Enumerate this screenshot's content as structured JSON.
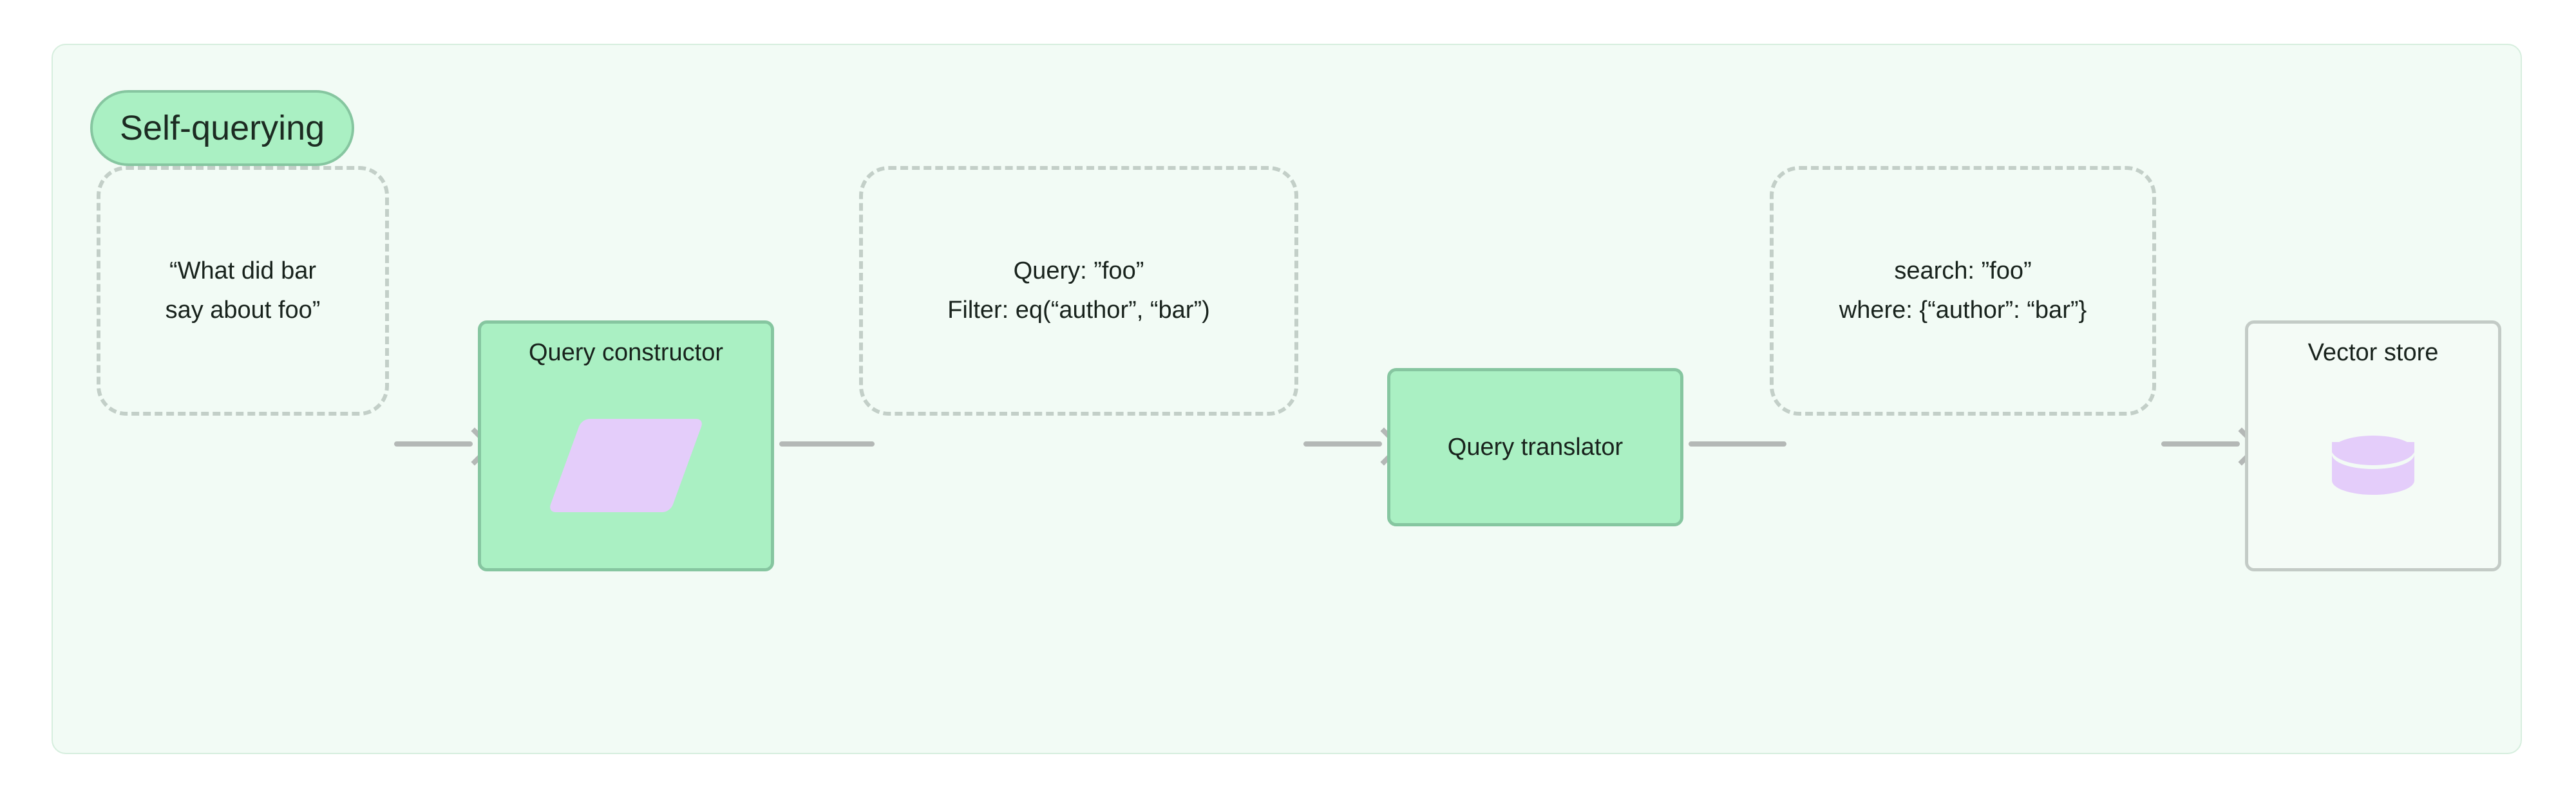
{
  "diagram": {
    "title": "Self-querying",
    "nodes": [
      {
        "id": "user-question",
        "kind": "dashed",
        "lines": [
          "“What did bar",
          "say about foo”"
        ]
      },
      {
        "id": "query-constructor",
        "kind": "green",
        "label": "Query constructor",
        "glyph": "parallelogram-icon"
      },
      {
        "id": "structured-query",
        "kind": "dashed",
        "lines": [
          "Query: ”foo”",
          "Filter: eq(“author”, “bar”)"
        ]
      },
      {
        "id": "query-translator",
        "kind": "green",
        "label": "Query translator",
        "glyph": ""
      },
      {
        "id": "translated-query",
        "kind": "dashed",
        "lines": [
          "search: ”foo”",
          "where: {“author”: “bar”}"
        ]
      },
      {
        "id": "vector-store",
        "kind": "plain",
        "label": "Vector store",
        "glyph": "database-cylinder-icon"
      }
    ],
    "edges": [
      {
        "from": "user-question",
        "to": "query-constructor",
        "arrow": true
      },
      {
        "from": "query-constructor",
        "to": "structured-query",
        "arrow": false
      },
      {
        "from": "structured-query",
        "to": "query-translator",
        "arrow": true
      },
      {
        "from": "query-translator",
        "to": "translated-query",
        "arrow": false
      },
      {
        "from": "translated-query",
        "to": "vector-store",
        "arrow": true
      }
    ]
  },
  "colors": {
    "canvas": "#ffffff",
    "subgraph_fill": "#f2fbf5",
    "subgraph_border": "#d6eede",
    "green_fill": "#aaf0c3",
    "green_border": "#86c6a0",
    "lavender": "#e4cdfa",
    "edge_gray": "#b4b8b6",
    "dashed_border": "#c3cfc8",
    "text": "#18221c"
  }
}
